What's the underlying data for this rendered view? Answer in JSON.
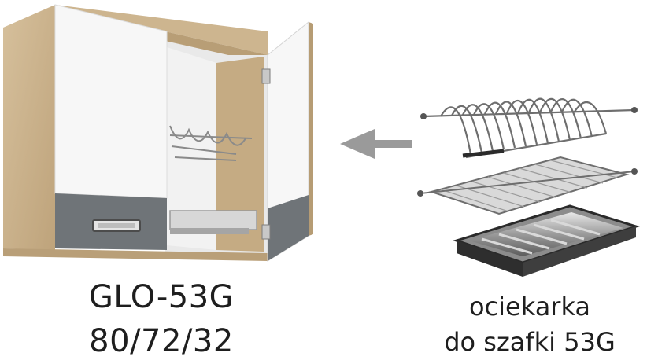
{
  "product": {
    "model_code": "GLO-53G",
    "dimensions": "80/72/32"
  },
  "accessory": {
    "line1": "ociekarka",
    "line2": "do szafki 53G"
  },
  "icons": {
    "cabinet": "wall-cabinet-illustration",
    "arrow": "arrow-left-icon",
    "rack": "dish-drainer-rack-illustration"
  },
  "colors": {
    "oak": "#c9b08a",
    "front_white": "#f7f7f7",
    "front_grey": "#6f7478",
    "arrow": "#9a9a9a"
  }
}
